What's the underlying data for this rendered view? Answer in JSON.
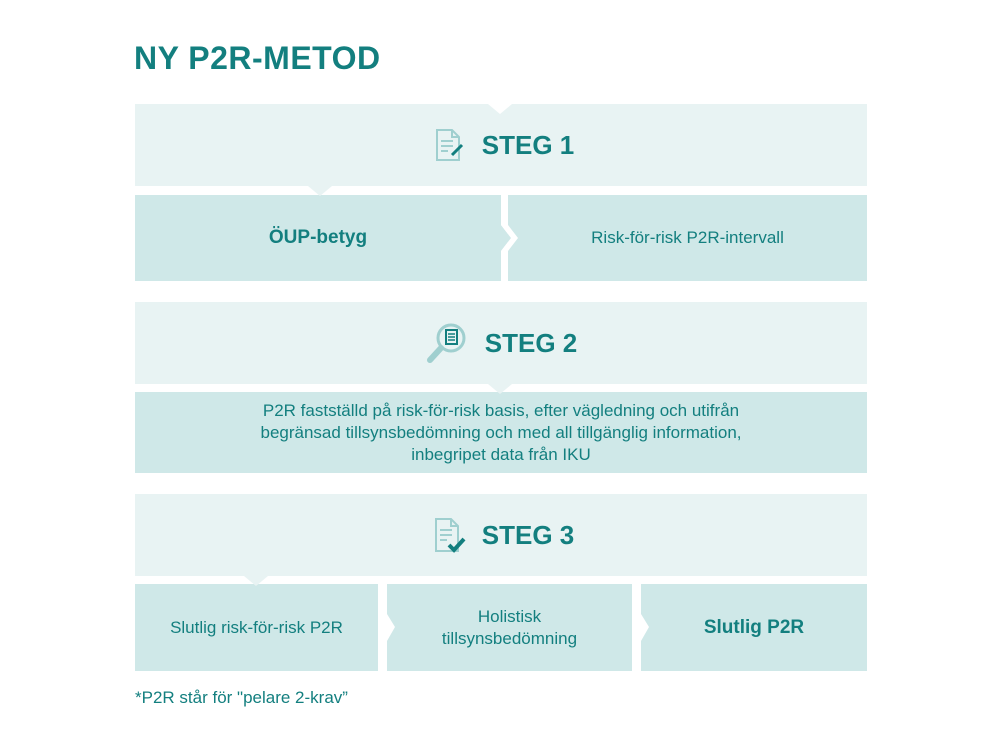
{
  "title": "NY P2R-METOD",
  "steps": [
    {
      "label": "STEG 1",
      "icon": "document-edit-icon",
      "boxes": [
        {
          "text": "ÖUP-betyg",
          "bold": true
        },
        {
          "text": "Risk-för-risk P2R-intervall",
          "bold": false
        }
      ]
    },
    {
      "label": "STEG 2",
      "icon": "document-search-icon",
      "boxes": [
        {
          "text": "P2R fastställd på risk-för-risk basis, efter vägledning och utifrån begränsad tillsynsbedömning och med all tillgänglig information, inbegripet data från IKU",
          "bold": false
        }
      ]
    },
    {
      "label": "STEG 3",
      "icon": "document-check-icon",
      "boxes": [
        {
          "text": "Slutlig risk-för-risk P2R",
          "bold": false
        },
        {
          "text": "Holistisk tillsynsbedömning",
          "bold": false
        },
        {
          "text": "Slutlig P2R",
          "bold": true
        }
      ]
    }
  ],
  "footnote": "*P2R står för \"pelare 2-krav”",
  "colors": {
    "accent": "#137f7f",
    "band_bg": "#e8f3f3",
    "box_bg": "#cfe8e8"
  }
}
